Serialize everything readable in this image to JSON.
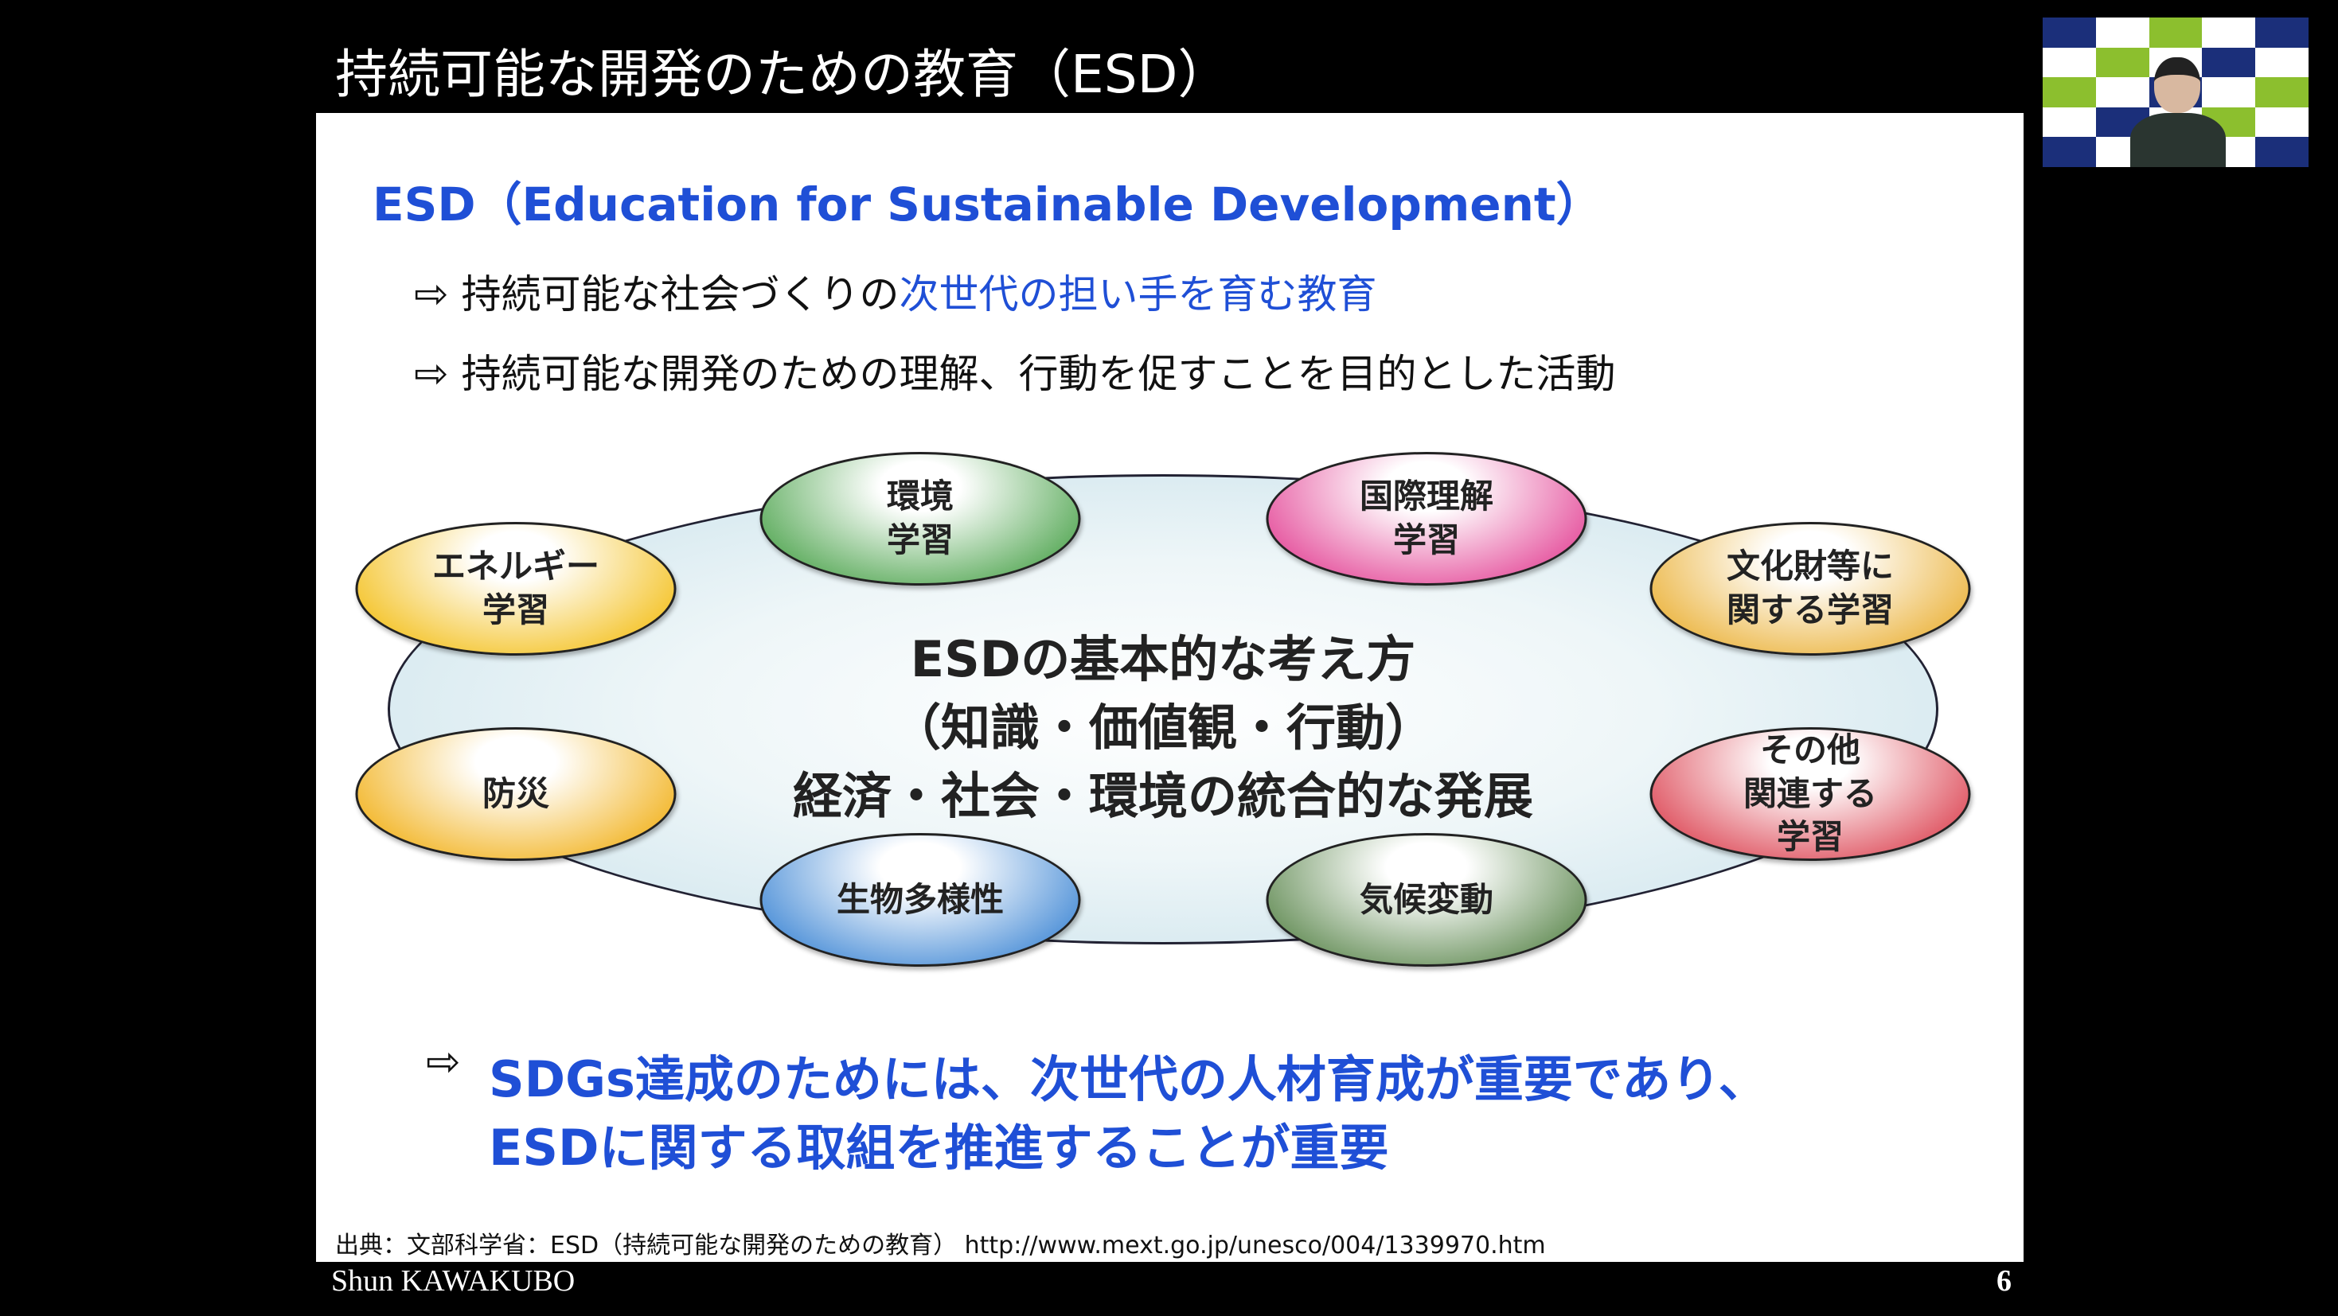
{
  "title": "持続可能な開発のための教育（ESD）",
  "slide": {
    "heading": "ESD（Education for Sustainable Development）",
    "bullets": [
      {
        "prefix": "持続可能な社会づくりの",
        "highlight": "次世代の担い手を育む教育"
      },
      {
        "prefix": "持続可能な開発のための理解、行動を促すことを目的とした活動",
        "highlight": ""
      }
    ],
    "ovals": [
      {
        "label": "環境\n学習",
        "color": "#3a9a3a"
      },
      {
        "label": "国際理解\n学習",
        "color": "#e0308a"
      },
      {
        "label": "エネルギー\n学習",
        "color": "#f2b800"
      },
      {
        "label": "文化財等に\n関する学習",
        "color": "#e8a820"
      },
      {
        "label": "防災",
        "color": "#f0a800"
      },
      {
        "label": "その他\n関連する\n学習",
        "color": "#d83040"
      },
      {
        "label": "生物多様性",
        "color": "#2a7ad0"
      },
      {
        "label": "気候変動",
        "color": "#4a7a3a"
      }
    ],
    "center_lines": [
      "ESDの基本的な考え方",
      "（知識・価値観・行動）",
      "経済・社会・環境の統合的な発展"
    ],
    "bottom_lines": [
      "SDGs達成のためには、次世代の人材育成が重要であり、",
      "ESDに関する取組を推進することが重要"
    ],
    "arrow_icon": "⇨",
    "source": "出典：文部科学省：ESD（持続可能な開発のための教育） http://www.mext.go.jp/unesco/004/1339970.htm"
  },
  "footer": {
    "author": "Shun KAWAKUBO",
    "page": "6"
  }
}
